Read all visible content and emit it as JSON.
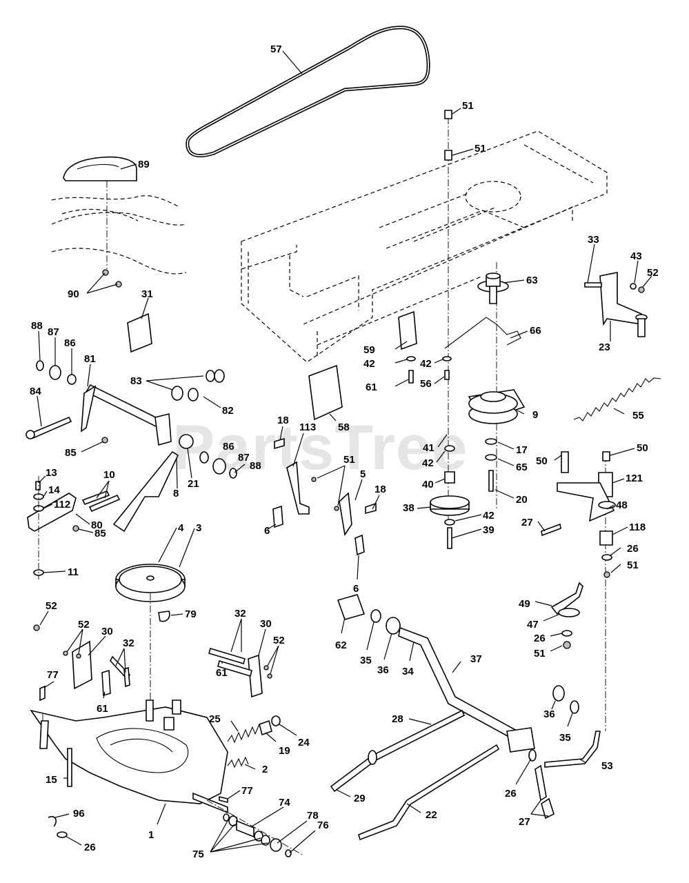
{
  "watermark": "PartsTree",
  "callouts": [
    {
      "id": "c57",
      "text": "57"
    },
    {
      "id": "c51a",
      "text": "51"
    },
    {
      "id": "c51b",
      "text": "51"
    },
    {
      "id": "c89",
      "text": "89"
    },
    {
      "id": "c90",
      "text": "90"
    },
    {
      "id": "c31",
      "text": "31"
    },
    {
      "id": "c63",
      "text": "63"
    },
    {
      "id": "c33",
      "text": "33"
    },
    {
      "id": "c43",
      "text": "43"
    },
    {
      "id": "c52a",
      "text": "52"
    },
    {
      "id": "c23",
      "text": "23"
    },
    {
      "id": "c66",
      "text": "66"
    },
    {
      "id": "c59",
      "text": "59"
    },
    {
      "id": "c42a",
      "text": "42"
    },
    {
      "id": "c61a",
      "text": "61"
    },
    {
      "id": "c42b",
      "text": "42"
    },
    {
      "id": "c56",
      "text": "56"
    },
    {
      "id": "c88a",
      "text": "88"
    },
    {
      "id": "c87a",
      "text": "87"
    },
    {
      "id": "c86a",
      "text": "86"
    },
    {
      "id": "c81",
      "text": "81"
    },
    {
      "id": "c83",
      "text": "83"
    },
    {
      "id": "c82",
      "text": "82"
    },
    {
      "id": "c84",
      "text": "84"
    },
    {
      "id": "c58",
      "text": "58"
    },
    {
      "id": "c9",
      "text": "9"
    },
    {
      "id": "c55",
      "text": "55"
    },
    {
      "id": "c85a",
      "text": "85"
    },
    {
      "id": "c86b",
      "text": "86"
    },
    {
      "id": "c87b",
      "text": "87"
    },
    {
      "id": "c88b",
      "text": "88"
    },
    {
      "id": "c18a",
      "text": "18"
    },
    {
      "id": "c113",
      "text": "113"
    },
    {
      "id": "c21",
      "text": "21"
    },
    {
      "id": "c8",
      "text": "8"
    },
    {
      "id": "c41",
      "text": "41"
    },
    {
      "id": "c17",
      "text": "17"
    },
    {
      "id": "c42c",
      "text": "42"
    },
    {
      "id": "c65",
      "text": "65"
    },
    {
      "id": "c50a",
      "text": "50"
    },
    {
      "id": "c50b",
      "text": "50"
    },
    {
      "id": "c13",
      "text": "13"
    },
    {
      "id": "c10",
      "text": "10"
    },
    {
      "id": "c51c",
      "text": "51"
    },
    {
      "id": "c5",
      "text": "5"
    },
    {
      "id": "c121",
      "text": "121"
    },
    {
      "id": "c14",
      "text": "14"
    },
    {
      "id": "c112",
      "text": "112"
    },
    {
      "id": "c40",
      "text": "40"
    },
    {
      "id": "c18b",
      "text": "18"
    },
    {
      "id": "c20",
      "text": "20"
    },
    {
      "id": "c48",
      "text": "48"
    },
    {
      "id": "c80",
      "text": "80"
    },
    {
      "id": "c38",
      "text": "38"
    },
    {
      "id": "c42d",
      "text": "42"
    },
    {
      "id": "c4",
      "text": "4"
    },
    {
      "id": "c6a",
      "text": "6"
    },
    {
      "id": "c27a",
      "text": "27"
    },
    {
      "id": "c118",
      "text": "118"
    },
    {
      "id": "c85b",
      "text": "85"
    },
    {
      "id": "c3",
      "text": "3"
    },
    {
      "id": "c39",
      "text": "39"
    },
    {
      "id": "c26a",
      "text": "26"
    },
    {
      "id": "c11",
      "text": "11"
    },
    {
      "id": "c51d",
      "text": "51"
    },
    {
      "id": "c6b",
      "text": "6"
    },
    {
      "id": "c52b",
      "text": "52"
    },
    {
      "id": "c79",
      "text": "79"
    },
    {
      "id": "c32a",
      "text": "32"
    },
    {
      "id": "c30a",
      "text": "30"
    },
    {
      "id": "c49",
      "text": "49"
    },
    {
      "id": "c52c",
      "text": "52"
    },
    {
      "id": "c30b",
      "text": "30"
    },
    {
      "id": "c32b",
      "text": "32"
    },
    {
      "id": "c52d",
      "text": "52"
    },
    {
      "id": "c62",
      "text": "62"
    },
    {
      "id": "c47",
      "text": "47"
    },
    {
      "id": "c26b",
      "text": "26"
    },
    {
      "id": "c51e",
      "text": "51"
    },
    {
      "id": "c35a",
      "text": "35"
    },
    {
      "id": "c36a",
      "text": "36"
    },
    {
      "id": "c34",
      "text": "34"
    },
    {
      "id": "c37",
      "text": "37"
    },
    {
      "id": "c77a",
      "text": "77"
    },
    {
      "id": "c61b",
      "text": "61"
    },
    {
      "id": "c61c",
      "text": "61"
    },
    {
      "id": "c28",
      "text": "28"
    },
    {
      "id": "c25",
      "text": "25"
    },
    {
      "id": "c36b",
      "text": "36"
    },
    {
      "id": "c35b",
      "text": "35"
    },
    {
      "id": "c19",
      "text": "19"
    },
    {
      "id": "c24",
      "text": "24"
    },
    {
      "id": "c53",
      "text": "53"
    },
    {
      "id": "c2",
      "text": "2"
    },
    {
      "id": "c15",
      "text": "15"
    },
    {
      "id": "c26c",
      "text": "26"
    },
    {
      "id": "c77b",
      "text": "77"
    },
    {
      "id": "c29",
      "text": "29"
    },
    {
      "id": "c74",
      "text": "74"
    },
    {
      "id": "c22",
      "text": "22"
    },
    {
      "id": "c27b",
      "text": "27"
    },
    {
      "id": "c96",
      "text": "96"
    },
    {
      "id": "c78",
      "text": "78"
    },
    {
      "id": "c76",
      "text": "76"
    },
    {
      "id": "c1",
      "text": "1"
    },
    {
      "id": "c26d",
      "text": "26"
    },
    {
      "id": "c75",
      "text": "75"
    }
  ]
}
